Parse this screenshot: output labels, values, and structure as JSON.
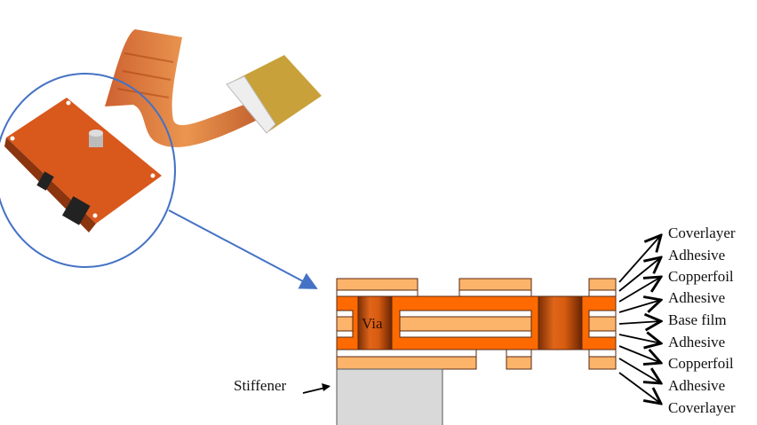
{
  "diagram": {
    "title": "Flexible PCB layer stack-up",
    "via_label": "Via",
    "stiffener_label": "Stiffener",
    "layer_labels": [
      "Coverlayer",
      "Adhesive",
      "Copperfoil",
      "Adhesive",
      "Base film",
      "Adhesive",
      "Copperfoil",
      "Adhesive",
      "Coverlayer"
    ],
    "colors": {
      "copper": "#ff6a00",
      "coverlayer": "#fcb46b",
      "adhesive": "#ffffff",
      "stiffener": "#d9d9d9",
      "callout": "#4472c4"
    }
  }
}
